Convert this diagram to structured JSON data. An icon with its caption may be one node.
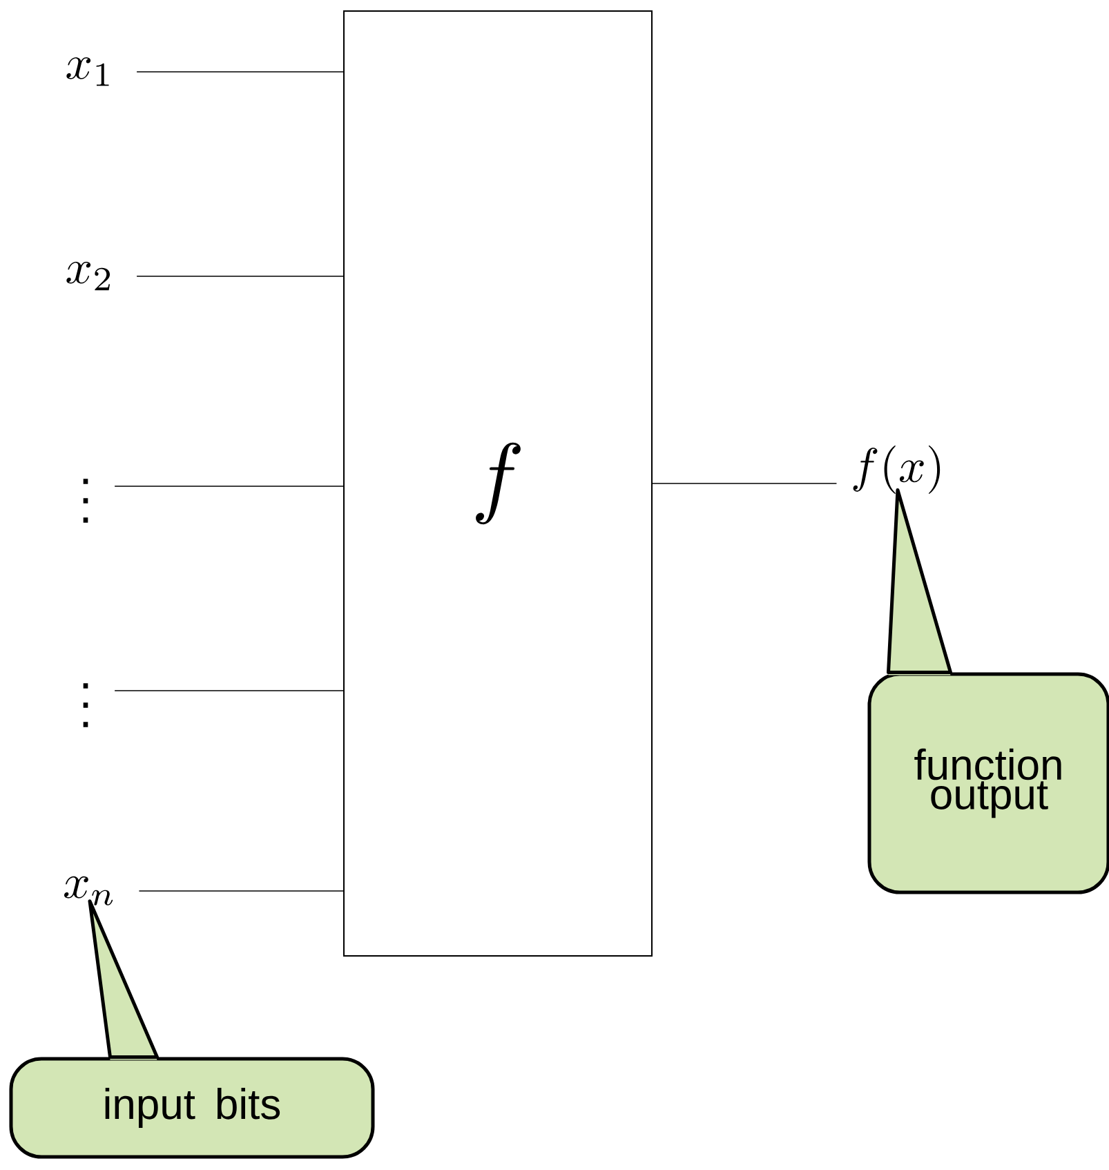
{
  "diagram": {
    "nodes": [
      {
        "text": [
          "x_1"
        ]
      },
      {
        "text": [
          "x_2"
        ]
      },
      {
        "text": [
          "\\vdots"
        ]
      },
      {
        "text": [
          "\\vdots"
        ]
      },
      {
        "text": [
          "x_n"
        ]
      },
      {
        "text": [
          "f"
        ]
      },
      {
        "text": [
          "f(x)"
        ]
      },
      {
        "text": [
          "function output"
        ]
      },
      {
        "text": [
          "input bits"
        ]
      }
    ],
    "edges": [
      {
        "from": 0,
        "to": 5,
        "arrow": "none"
      },
      {
        "from": 1,
        "to": 5,
        "arrow": "none"
      },
      {
        "from": 2,
        "to": 5,
        "arrow": "none"
      },
      {
        "from": 3,
        "to": 5,
        "arrow": "none"
      },
      {
        "from": 4,
        "to": 5,
        "arrow": "none"
      },
      {
        "from": 5,
        "to": 6,
        "arrow": "none"
      },
      {
        "from": 7,
        "to": 6,
        "arrow": "none",
        "style": "thick"
      },
      {
        "from": 8,
        "to": 4,
        "arrow": "none",
        "style": "thick"
      }
    ]
  }
}
